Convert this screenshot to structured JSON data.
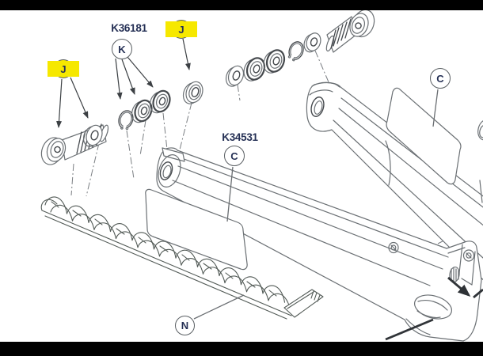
{
  "colors": {
    "background": "#ffffff",
    "letterbox": "#000000",
    "line": "#6b7074",
    "line_dark": "#45494d",
    "guard_line": "#535b57",
    "highlight": "#f6e800",
    "label": "#253055",
    "circle_stroke": "#5a5f63",
    "leader": "#303438"
  },
  "callouts": {
    "j_left": {
      "label": "J",
      "highlighted": true
    },
    "k": {
      "label": "K",
      "highlighted": false
    },
    "j_top": {
      "label": "J",
      "highlighted": true
    },
    "c_chainstay": {
      "label": "C",
      "highlighted": false
    },
    "c_seatstay": {
      "label": "C",
      "highlighted": false
    },
    "n_protector": {
      "label": "N",
      "highlighted": false
    }
  },
  "part_numbers": {
    "k_group": "K36181",
    "c_chainstay": "K34531"
  }
}
